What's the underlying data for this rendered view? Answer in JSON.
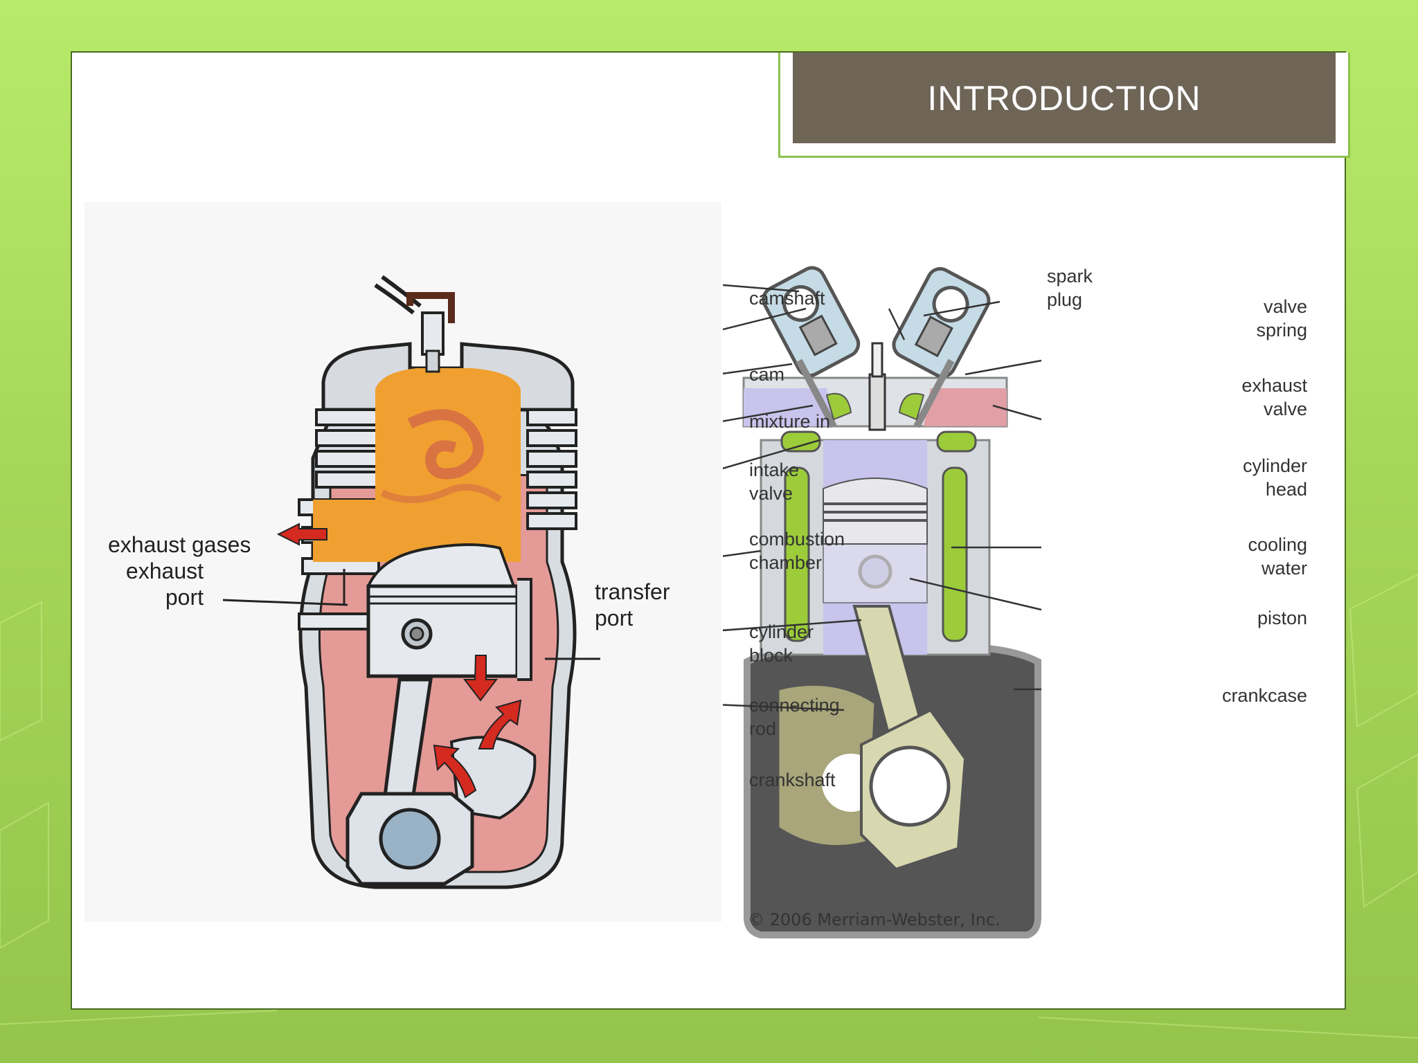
{
  "slide": {
    "title": "INTRODUCTION"
  },
  "two_stroke": {
    "labels": {
      "exhaust_gases": "exhaust gases",
      "exhaust_port": "exhaust\nport",
      "transfer_port": "transfer\nport"
    }
  },
  "four_stroke": {
    "labels": {
      "camshaft": "camshaft",
      "cam": "cam",
      "mixture_in": "mixture in",
      "intake_valve": "intake\nvalve",
      "combustion_chamber": "combustion\nchamber",
      "cylinder_block": "cylinder\nblock",
      "connecting_rod": "connecting\nrod",
      "crankshaft": "crankshaft",
      "spark_plug": "spark\nplug",
      "valve_spring": "valve\nspring",
      "exhaust_valve": "exhaust\nvalve",
      "cylinder_head": "cylinder\nhead",
      "cooling_water": "cooling\nwater",
      "piston": "piston",
      "crankcase": "crankcase"
    },
    "copyright": "© 2006 Merriam-Webster, Inc."
  },
  "colors": {
    "background_green": "#a6d658",
    "title_bar": "#6e6557",
    "title_border": "#8bc34a",
    "combustion_orange": "#f0a030",
    "crankcase_pink": "#e49a96",
    "intake_purple": "#c8c4ec",
    "coolant_green": "#9ccc3a",
    "crankcase_gray": "#555555",
    "arrow_red": "#d42a20"
  }
}
